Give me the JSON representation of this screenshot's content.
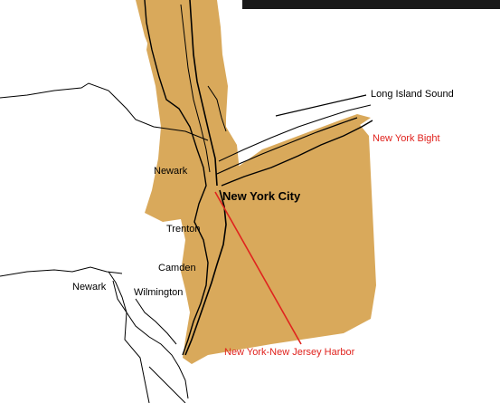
{
  "colors": {
    "land_fill": "#D9A95B",
    "callout_red": "#E0231E",
    "outline": "#000000",
    "background": "#FFFFFF"
  },
  "map": {
    "cities": {
      "newark_nj": "Newark",
      "new_york_city": "New York City",
      "trenton": "Trenton",
      "camden": "Camden",
      "newark_de": "Newark",
      "wilmington": "Wilmington"
    },
    "callouts": {
      "long_island_sound": "Long Island Sound",
      "new_york_bight": "New York Bight",
      "harbor": "New York-New Jersey Harbor"
    }
  }
}
